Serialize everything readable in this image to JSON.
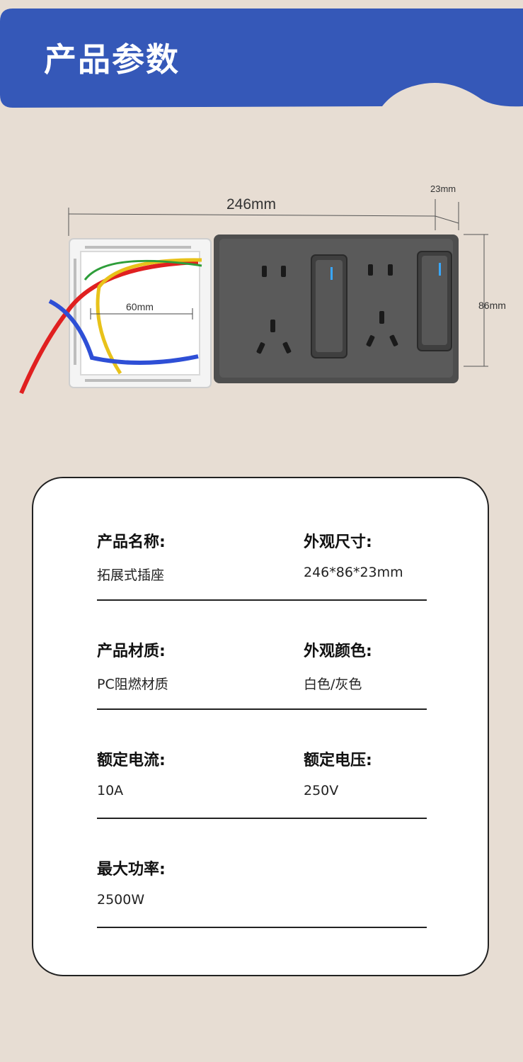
{
  "header": {
    "title": "产品参数",
    "accent_color": "#3558b8"
  },
  "dimensions": {
    "width": "246mm",
    "depth": "23mm",
    "height": "86mm",
    "box_width": "60mm"
  },
  "specs": [
    {
      "left_label": "产品名称:",
      "left_value": "拓展式插座",
      "right_label": "外观尺寸:",
      "right_value": "246*86*23mm"
    },
    {
      "left_label": "产品材质:",
      "left_value": "PC阻燃材质",
      "right_label": "外观颜色:",
      "right_value": "白色/灰色"
    },
    {
      "left_label": "额定电流:",
      "left_value": "10A",
      "right_label": "额定电压:",
      "right_value": "250V"
    },
    {
      "left_label": "最大功率:",
      "left_value": "2500W",
      "right_label": "",
      "right_value": ""
    }
  ]
}
